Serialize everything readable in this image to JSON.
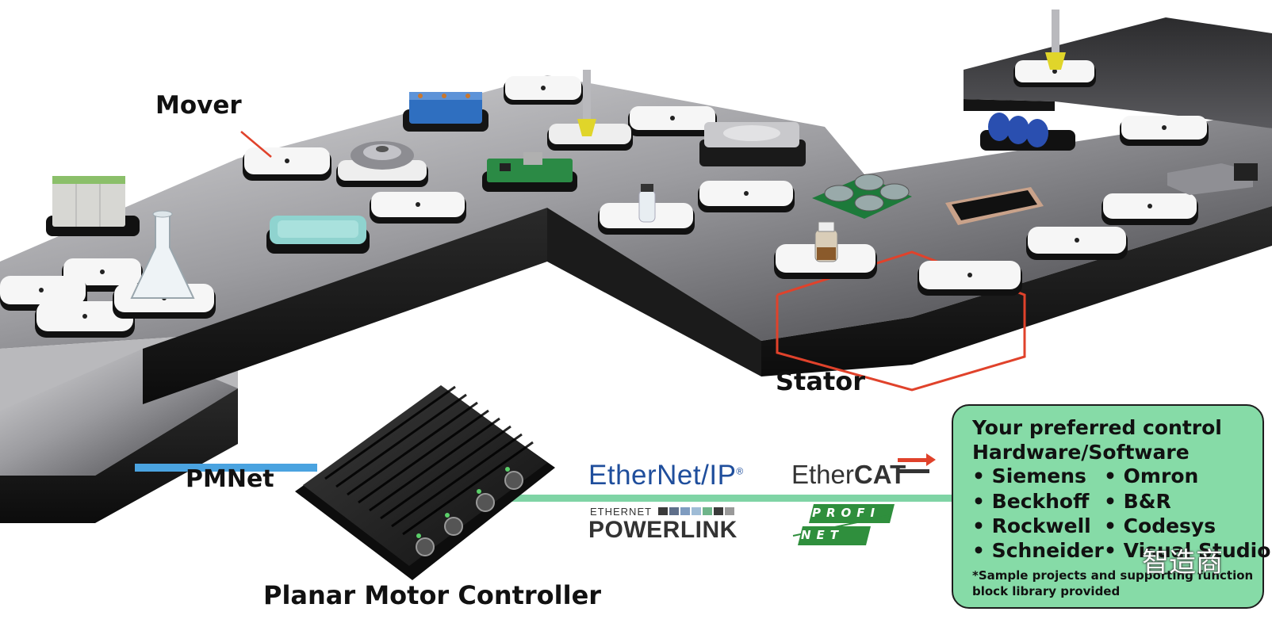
{
  "labels": {
    "mover": "Mover",
    "stator": "Stator",
    "pmnet": "PMNet",
    "controller": "Planar Motor Controller"
  },
  "protocols": {
    "ethernet_ip": "EtherNet/IP",
    "ethernet_ip_mark": "®",
    "ethercat_prefix": "Ether",
    "ethercat_bold": "CAT",
    "powerlink_small": "ETHERNET",
    "powerlink_main": "POWERLINK",
    "profinet_line1": "PROFI",
    "profinet_line2": "NET"
  },
  "panel": {
    "title_line1": "Your preferred control",
    "title_line2": "Hardware/Software",
    "vendors_left": [
      "• Siemens",
      "• Beckhoff",
      "• Rockwell",
      "• Schneider"
    ],
    "vendors_right": [
      "• Omron",
      "• B&R",
      "• Codesys",
      "• Visual Studio"
    ],
    "note": "*Sample projects and supporting function block library provided"
  },
  "watermark": {
    "text": "智造商"
  },
  "colors": {
    "pmnet_cable": "#4aa3e0",
    "ethernet_cable": "#7fd4a5",
    "highlight_red": "#e0422b",
    "panel_bg": "#86dba7",
    "stator_top": "#4a4a4c",
    "stator_side": "#151515"
  }
}
